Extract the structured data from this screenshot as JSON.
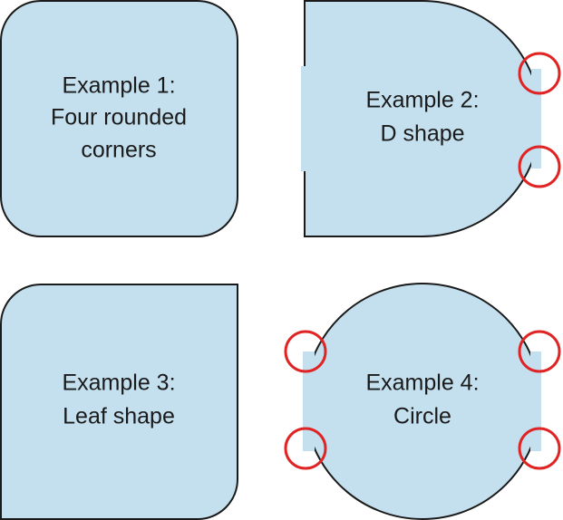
{
  "examples": [
    {
      "lines": [
        "Example 1:",
        "Four rounded",
        "corners"
      ]
    },
    {
      "lines": [
        "Example 2:",
        "D shape"
      ]
    },
    {
      "lines": [
        "Example 3:",
        "Leaf shape"
      ]
    },
    {
      "lines": [
        "Example 4:",
        "Circle"
      ]
    }
  ],
  "colors": {
    "fill": "#c4e0ef",
    "outline": "#1a1a1a",
    "marker": "#e02424"
  }
}
